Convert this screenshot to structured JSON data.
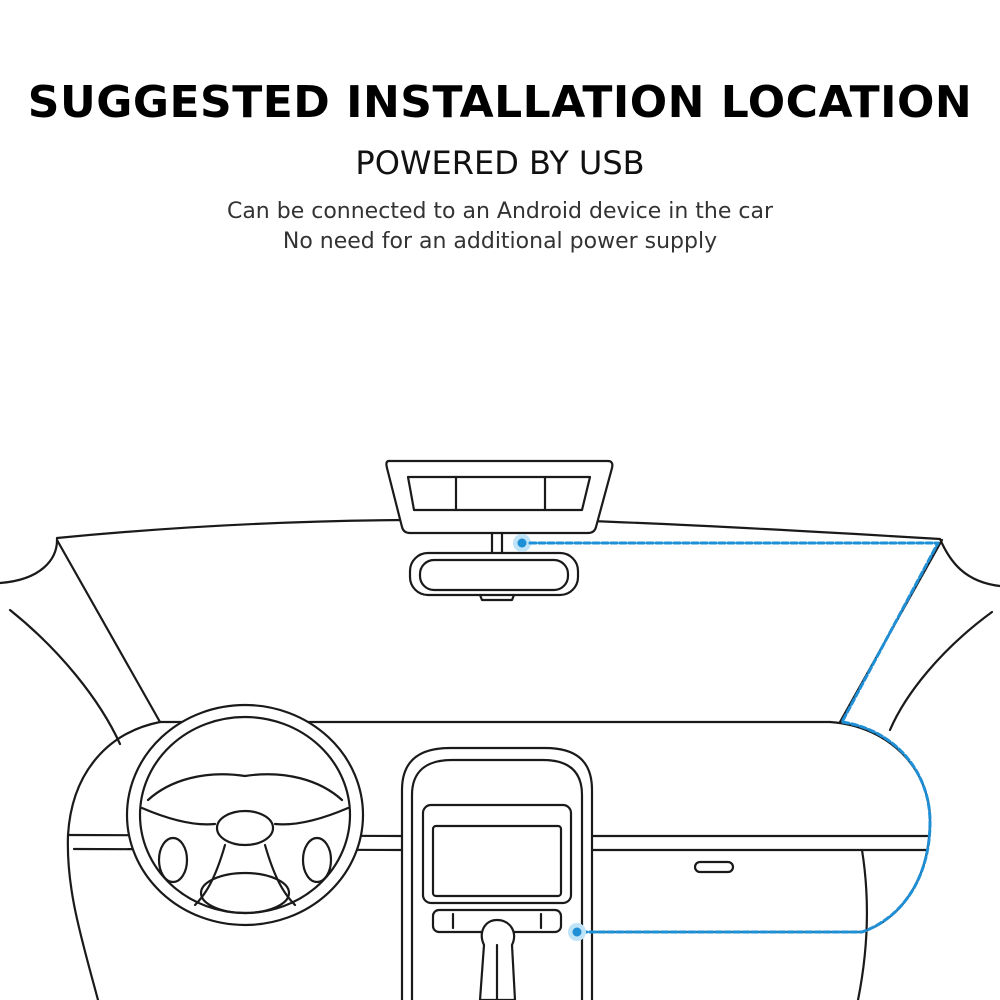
{
  "header": {
    "title": "SUGGESTED INSTALLATION LOCATION",
    "subtitle": "POWERED BY USB",
    "description_lines": [
      "Can be connected to an Android device in the car",
      "No need for an additional power supply"
    ]
  },
  "diagram": {
    "cable_color": "#1f8fd6",
    "glow_color": "#bfe3f7",
    "line_color": "#1a1a1a",
    "icons": [
      "dash-cam-icon",
      "rearview-mirror-icon",
      "steering-wheel-icon",
      "head-unit-icon",
      "gear-shifter-icon"
    ]
  }
}
